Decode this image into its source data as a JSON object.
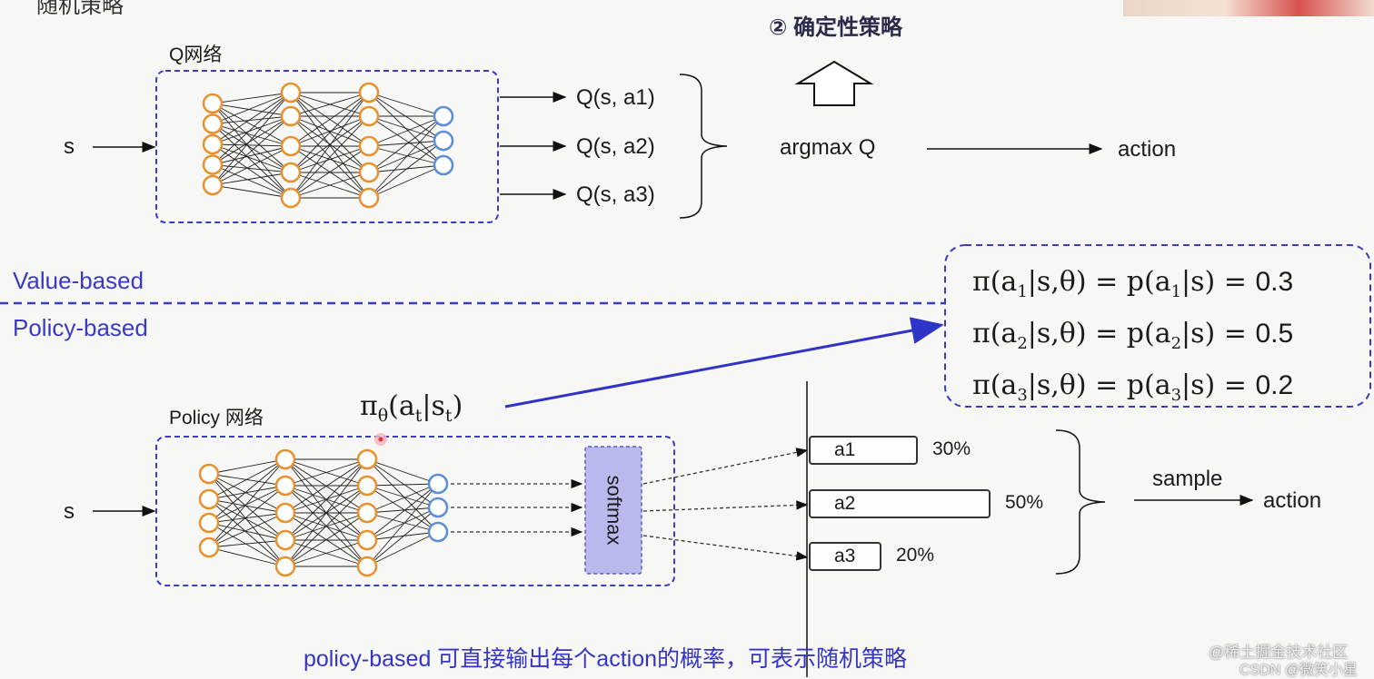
{
  "header": {
    "partial_title": "随机策略",
    "deterministic_title": "② 确定性策略"
  },
  "value_section": {
    "network_label": "Q网络",
    "input": "s",
    "outputs": [
      "Q(s, a1)",
      "Q(s, a2)",
      "Q(s, a3)"
    ],
    "argmax_label": "argmax Q",
    "action_label": "action",
    "section_label": "Value-based"
  },
  "policy_section": {
    "section_label": "Policy-based",
    "network_label": "Policy 网络",
    "input": "s",
    "policy_symbol": {
      "pi": "π",
      "theta": "θ",
      "open": "(a",
      "t1": "t",
      "bar": "|s",
      "t2": "t",
      "close": ")"
    },
    "softmax_label": "softmax",
    "actions": [
      {
        "name": "a1",
        "percent": "30%",
        "prob": 0.3
      },
      {
        "name": "a2",
        "percent": "50%",
        "prob": 0.5
      },
      {
        "name": "a3",
        "percent": "20%",
        "prob": 0.2
      }
    ],
    "sample_label": "sample",
    "action_label": "action",
    "formulas": [
      {
        "idx": "1",
        "value": "0.3"
      },
      {
        "idx": "2",
        "value": "0.5"
      },
      {
        "idx": "3",
        "value": "0.2"
      }
    ],
    "caption": "policy-based 可直接输出每个action的概率，可表示随机策略"
  },
  "watermark": {
    "line1": "@稀土掘金技术社区",
    "line2": "CSDN @微笑小星"
  },
  "colors": {
    "neuron_orange": "#e8912c",
    "neuron_blue": "#5b8ed6",
    "dash_blue": "#3b3bc8",
    "arrow_blue": "#2f34c9",
    "softmax_fill": "#b9b9ee"
  }
}
